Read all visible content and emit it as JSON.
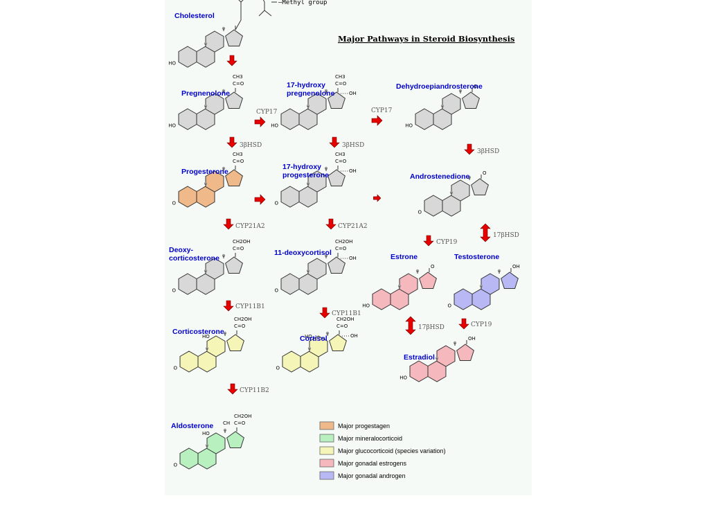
{
  "title": "Major Pathways in Steroid Biosynthesis",
  "colors": {
    "grey": "#d8d8d8",
    "progestagen": "#f0b98a",
    "mineralocorticoid": "#b8f0c0",
    "glucocorticoid": "#f5f5b8",
    "estrogen": "#f5b8bd",
    "androgen": "#b8b8f5",
    "arrow": "#e60000"
  },
  "compounds": [
    {
      "id": "cholesterol",
      "name": "Cholesterol",
      "color": "grey",
      "ring_a": "HO",
      "side": "chol"
    },
    {
      "id": "pregnenolone",
      "name": "Pregnenolone",
      "color": "grey",
      "ring_a": "HO",
      "side": "acetyl"
    },
    {
      "id": "hydroxypregnenolone",
      "name": "17-hydroxy\npregnenolone",
      "color": "grey",
      "ring_a": "HO",
      "side": "acetyl_oh"
    },
    {
      "id": "dhea",
      "name": "Dehydroepiandrosterone",
      "color": "grey",
      "ring_a": "HO",
      "side": "keto"
    },
    {
      "id": "progesterone",
      "name": "Progesterone",
      "color": "progestagen",
      "ring_a": "O",
      "side": "acetyl"
    },
    {
      "id": "hydroxyprogesterone",
      "name": "17-hydroxy\nprogesterone",
      "color": "grey",
      "ring_a": "O",
      "side": "acetyl_oh"
    },
    {
      "id": "androstenedione",
      "name": "Androstenedione",
      "color": "grey",
      "ring_a": "O",
      "side": "keto"
    },
    {
      "id": "deoxycorticosterone",
      "name": "Deoxy-\ncorticosterone",
      "color": "grey",
      "ring_a": "O",
      "side": "ch2oh"
    },
    {
      "id": "deoxycortisol",
      "name": "11-deoxycortisol",
      "color": "grey",
      "ring_a": "O",
      "side": "ch2oh_oh"
    },
    {
      "id": "estrone",
      "name": "Estrone",
      "color": "estrogen",
      "ring_a": "HO",
      "side": "keto"
    },
    {
      "id": "testosterone",
      "name": "Testosterone",
      "color": "androgen",
      "ring_a": "O",
      "side": "oh"
    },
    {
      "id": "corticosterone",
      "name": "Corticosterone",
      "color": "glucocorticoid",
      "ring_a": "O",
      "side": "ch2oh",
      "c11": "HO"
    },
    {
      "id": "cortisol",
      "name": "Cortisol",
      "color": "glucocorticoid",
      "ring_a": "O",
      "side": "ch2oh_oh",
      "c11": "HO"
    },
    {
      "id": "estradiol",
      "name": "Estradiol",
      "color": "estrogen",
      "ring_a": "HO",
      "side": "oh"
    },
    {
      "id": "aldosterone",
      "name": "Aldosterone",
      "color": "mineralocorticoid",
      "ring_a": "O",
      "side": "ch2oh",
      "c11": "HO",
      "c18": "CH"
    }
  ],
  "methyl_label": "Methyl group",
  "group_labels": {
    "ho": "HO",
    "o": "O",
    "oh": "OH",
    "ch3": "CH3",
    "ch2oh": "CH2OH",
    "co": "C=O",
    "ch": "CH"
  },
  "reactions": [
    {
      "from": "cholesterol",
      "to": "pregnenolone",
      "label": ""
    },
    {
      "from": "pregnenolone",
      "to": "hydroxypregnenolone",
      "label": "CYP17"
    },
    {
      "from": "hydroxypregnenolone",
      "to": "dhea",
      "label": "CYP17"
    },
    {
      "from": "pregnenolone",
      "to": "progesterone",
      "label": "3βHSD"
    },
    {
      "from": "hydroxypregnenolone",
      "to": "hydroxyprogesterone",
      "label": "3βHSD"
    },
    {
      "from": "dhea",
      "to": "androstenedione",
      "label": "3βHSD"
    },
    {
      "from": "progesterone",
      "to": "hydroxyprogesterone",
      "label": ""
    },
    {
      "from": "hydroxyprogesterone",
      "to": "androstenedione",
      "label": ""
    },
    {
      "from": "progesterone",
      "to": "deoxycorticosterone",
      "label": "CYP21A2"
    },
    {
      "from": "hydroxyprogesterone",
      "to": "deoxycortisol",
      "label": "CYP21A2"
    },
    {
      "from": "androstenedione",
      "to": "estrone",
      "label": "CYP19"
    },
    {
      "from": "androstenedione",
      "to": "testosterone",
      "label": "17βHSD"
    },
    {
      "from": "deoxycorticosterone",
      "to": "corticosterone",
      "label": "CYP11B1"
    },
    {
      "from": "deoxycortisol",
      "to": "cortisol",
      "label": "CYP11B1"
    },
    {
      "from": "estrone",
      "to": "estradiol",
      "label": "17βHSD"
    },
    {
      "from": "testosterone",
      "to": "estradiol",
      "label": "CYP19"
    },
    {
      "from": "corticosterone",
      "to": "aldosterone",
      "label": "CYP11B2"
    }
  ],
  "legend": [
    {
      "color": "progestagen",
      "label": "Major progestagen"
    },
    {
      "color": "mineralocorticoid",
      "label": "Major mineralocorticoid"
    },
    {
      "color": "glucocorticoid",
      "label": "Major glucocorticoid (species variation)"
    },
    {
      "color": "estrogen",
      "label": "Major gonadal estrogens"
    },
    {
      "color": "androgen",
      "label": "Major gonadal androgen"
    }
  ]
}
